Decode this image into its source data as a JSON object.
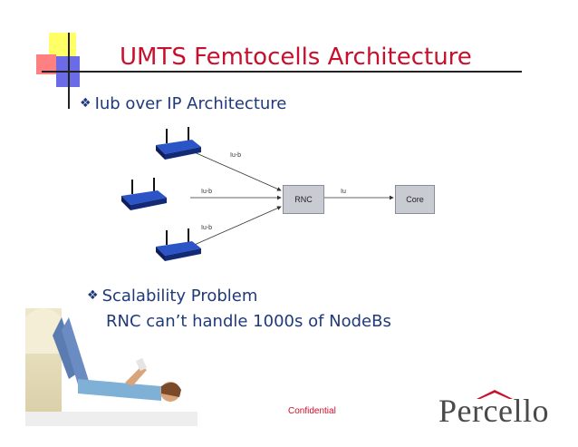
{
  "slide": {
    "title": "UMTS Femtocells Architecture",
    "bullet1": "Iub over IP Architecture",
    "bullet2_line1": "Scalability Problem",
    "bullet2_line2": "RNC can’t handle 1000s of NodeBs",
    "footer": "Confidential"
  },
  "diagram": {
    "rnc_label": "RNC",
    "core_label": "Core",
    "link_labels": [
      "Iu-b",
      "Iu-b",
      "Iu-b"
    ],
    "iu_label": "Iu"
  },
  "logo": {
    "text": "Percello"
  },
  "colors": {
    "title": "#c8102e",
    "body_text": "#1f3a7a",
    "router_blue": "#1b3fa0",
    "box_fill": "#c9cbd3"
  }
}
